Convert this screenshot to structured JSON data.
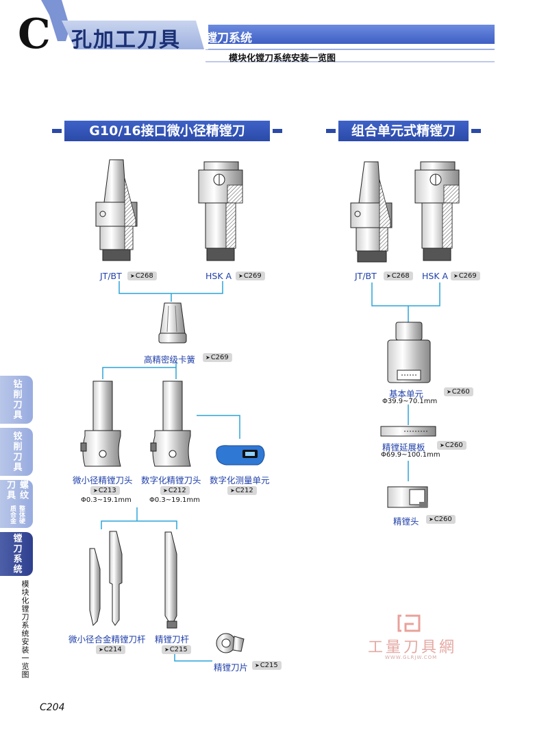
{
  "header": {
    "letter": "C",
    "title": "孔加工刀具",
    "section": "镗刀系统",
    "subtitle": "模块化镗刀系统安装一览图"
  },
  "left_section": {
    "title": "G10/16接口微小径精镗刀",
    "holder_jtbt": {
      "label": "JT/BT",
      "ref": "C268"
    },
    "holder_hsk": {
      "label": "HSK A",
      "ref": "C269"
    },
    "collet": {
      "label": "高精密级卡簧",
      "ref": "C269"
    },
    "head_micro": {
      "label": "微小径精镗刀头",
      "ref": "C213",
      "range": "Φ0.3~19.1mm"
    },
    "head_digital": {
      "label": "数字化精镗刀头",
      "ref": "C212",
      "range": "Φ0.3~19.1mm"
    },
    "measure_unit": {
      "label": "数字化测量单元",
      "ref": "C212"
    },
    "bar_carbide": {
      "label": "微小径合金精镗刀杆",
      "ref": "C214"
    },
    "bar_fine": {
      "label": "精镗刀杆",
      "ref": "C215"
    },
    "insert": {
      "label": "精镗刀片",
      "ref": "C215"
    }
  },
  "right_section": {
    "title": "组合单元式精镗刀",
    "holder_jtbt": {
      "label": "JT/BT",
      "ref": "C268"
    },
    "holder_hsk": {
      "label": "HSK A",
      "ref": "C269"
    },
    "basic_unit": {
      "label": "基本单元",
      "ref": "C260",
      "range": "Φ39.9~70.1mm"
    },
    "extension_plate": {
      "label": "精镗延展板",
      "ref": "C260",
      "range": "Φ69.9~100.1mm"
    },
    "boring_head": {
      "label": "精镗头",
      "ref": "C260"
    }
  },
  "side_tabs": [
    {
      "label": "钻削刀具",
      "active": false
    },
    {
      "label": "铰削刀具",
      "active": false
    },
    {
      "label": "螺纹刀具",
      "small": "整体硬质合金",
      "active": false
    },
    {
      "label": "镗刀系统",
      "active": true
    }
  ],
  "side_subtitle": "模块化镗刀系统安装一览图",
  "page_number": "C204",
  "watermark": {
    "text": "工量刀具網",
    "url": "WWW.GLRJW.COM"
  },
  "ref_arrow": "➤",
  "colors": {
    "accent": "#2b4aa8",
    "connector": "#2aa3d8",
    "label": "#1f3fa8"
  }
}
